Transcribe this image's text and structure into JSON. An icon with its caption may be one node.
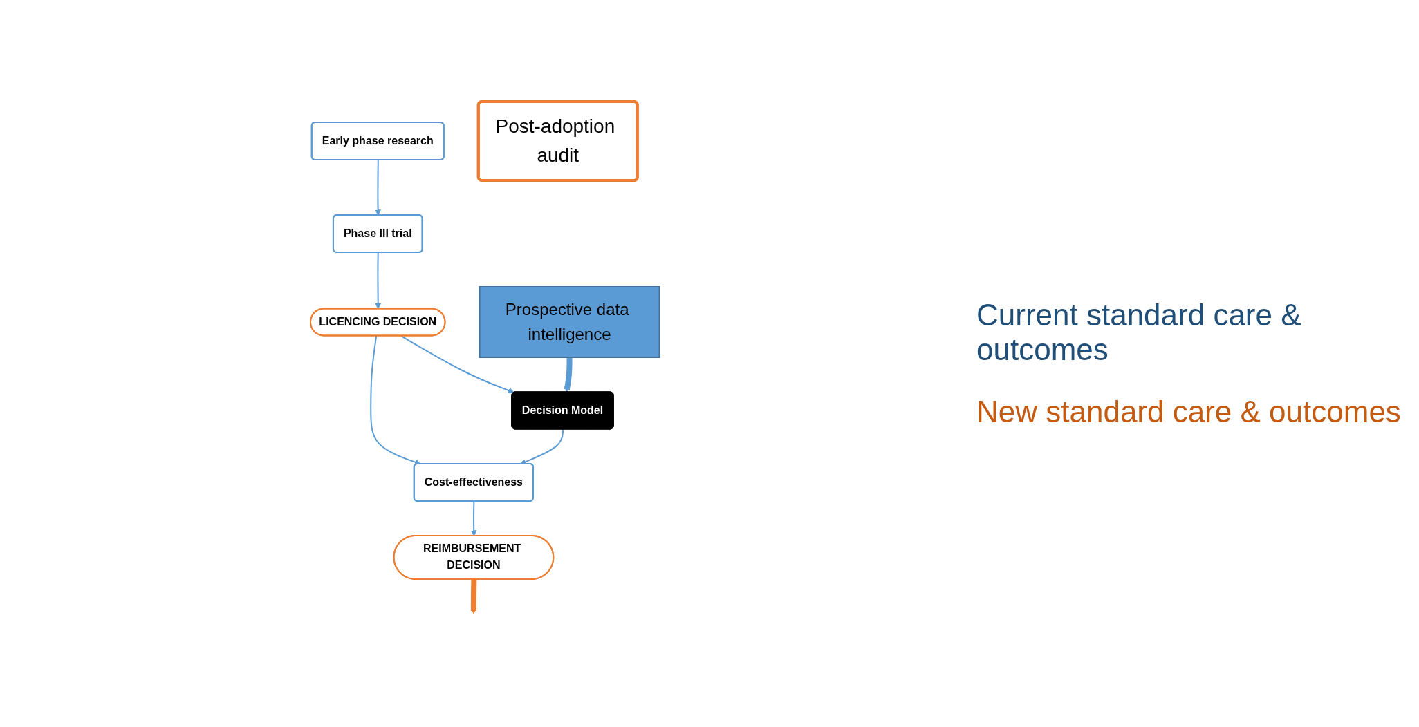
{
  "diagram": {
    "nodes": [
      {
        "text": [
          "Early phase research"
        ]
      },
      {
        "text": [
          "Phase III trial"
        ]
      },
      {
        "text": [
          "LICENCING DECISION"
        ]
      },
      {
        "text": [
          "Decision Model"
        ]
      },
      {
        "text": [
          "Cost-effectiveness"
        ]
      },
      {
        "text": [
          "REIMBURSEMENT DECISION"
        ]
      },
      {
        "text": [
          "Post-adoption audit"
        ]
      },
      {
        "text": [
          "Prospective data intelligence"
        ]
      }
    ],
    "edges": [
      {
        "from": 0,
        "to": 1,
        "arrow": "to"
      },
      {
        "from": 1,
        "to": 2,
        "arrow": "to"
      },
      {
        "from": 2,
        "to": 4,
        "arrow": "to"
      },
      {
        "from": 2,
        "to": 3,
        "arrow": "to"
      },
      {
        "from": 3,
        "to": 4,
        "arrow": "to"
      },
      {
        "from": 4,
        "to": 5,
        "arrow": "to"
      },
      {
        "from": 7,
        "to": 3,
        "arrow": "to",
        "style": "thick"
      },
      {
        "from": 5,
        "to": null,
        "arrow": "to",
        "style": "thick",
        "color": "#ed7d31"
      }
    ],
    "labels": [
      "Current standard care & outcomes",
      "New standard care & outcomes"
    ]
  }
}
